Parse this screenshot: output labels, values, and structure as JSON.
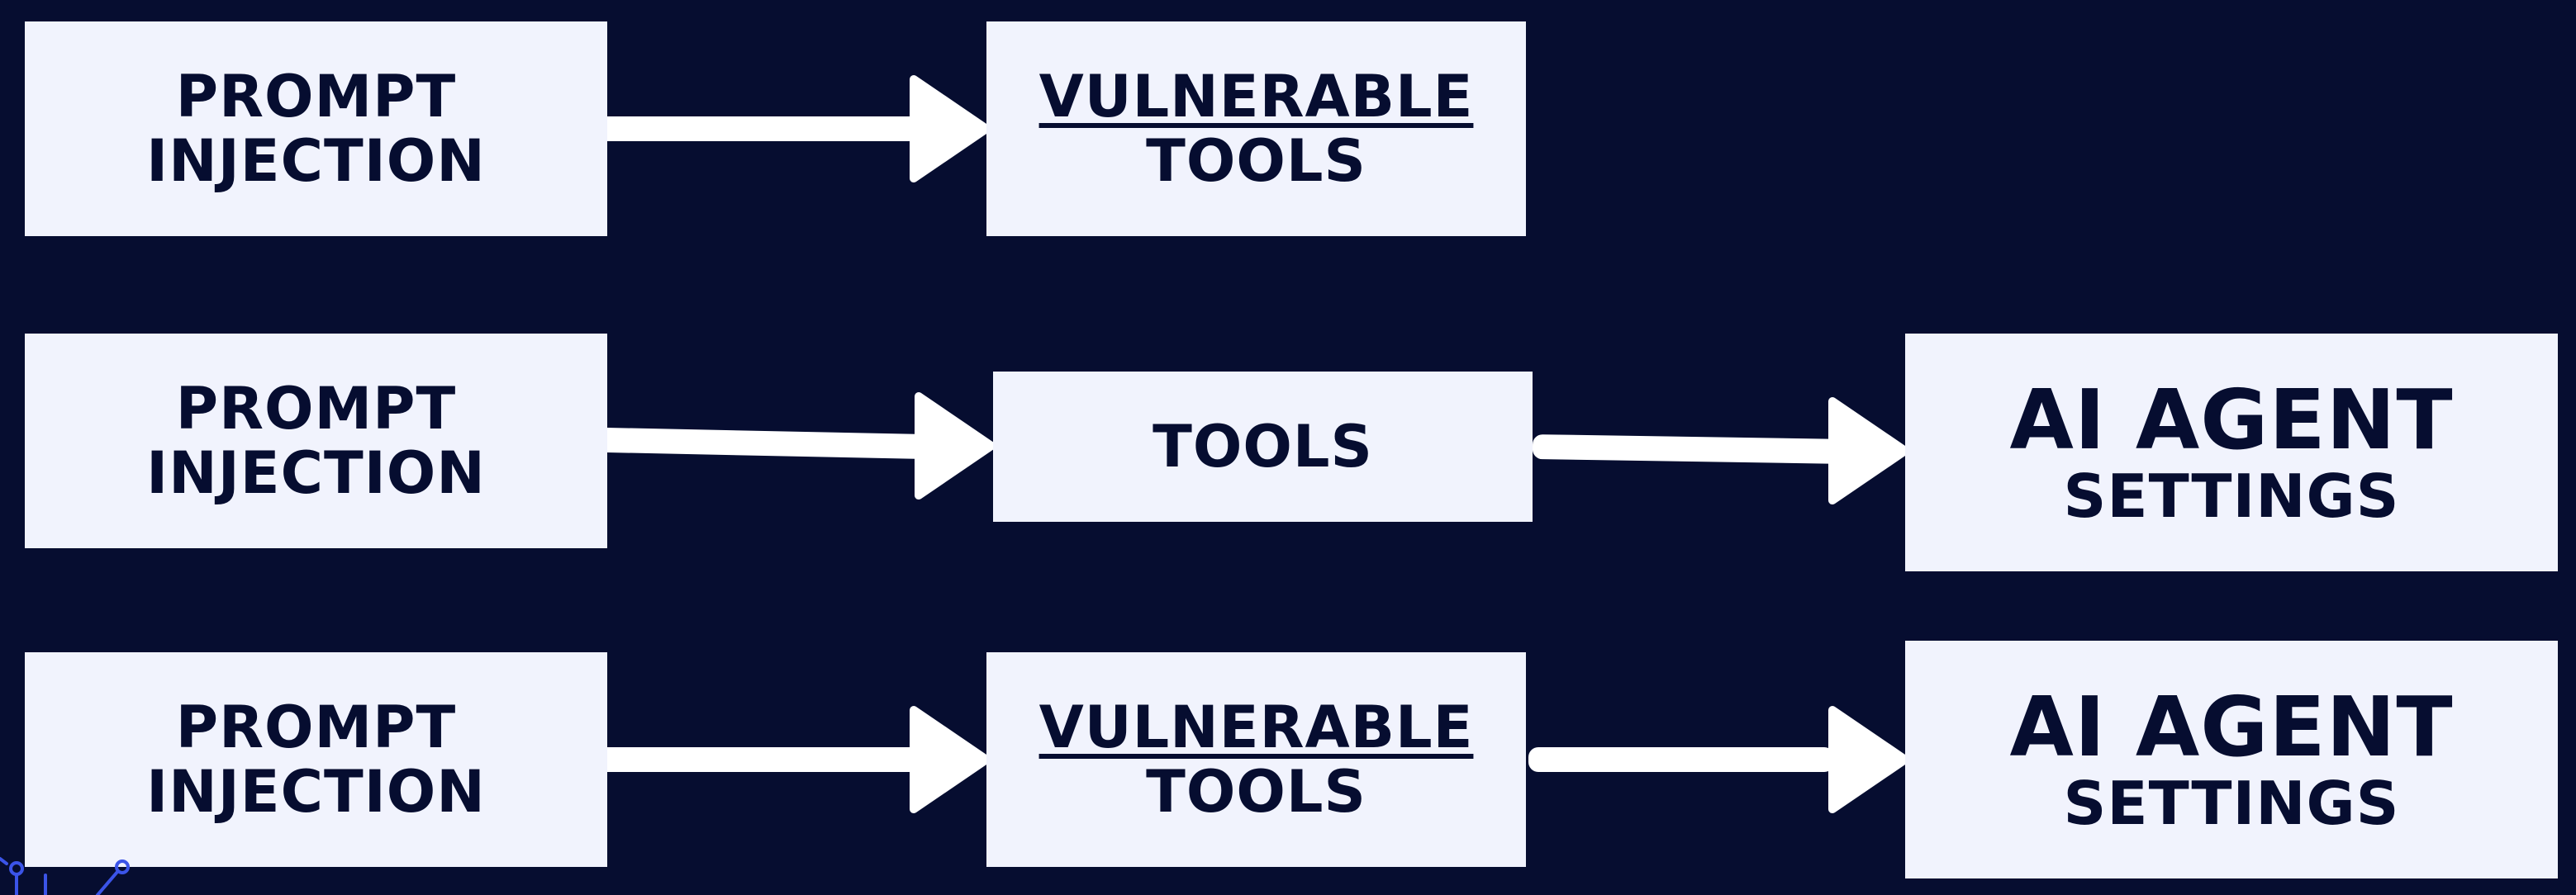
{
  "colors": {
    "background": "#060d30",
    "box_fill": "#f1f3fd",
    "box_text": "#060d30",
    "arrow": "#ffffff",
    "decoration": "#3b54e8"
  },
  "rows": [
    {
      "source": {
        "line1": "PROMPT",
        "line2": "INJECTION"
      },
      "middle": {
        "line1": "VULNERABLE",
        "line2": "TOOLS"
      }
    },
    {
      "source": {
        "line1": "PROMPT",
        "line2": "INJECTION"
      },
      "middle": {
        "line1": "TOOLS"
      },
      "target": {
        "line1": "AI AGENT",
        "line2": "SETTINGS"
      }
    },
    {
      "source": {
        "line1": "PROMPT",
        "line2": "INJECTION"
      },
      "middle": {
        "line1": "VULNERABLE",
        "line2": "TOOLS"
      },
      "target": {
        "line1": "AI AGENT",
        "line2": "SETTINGS"
      }
    }
  ]
}
